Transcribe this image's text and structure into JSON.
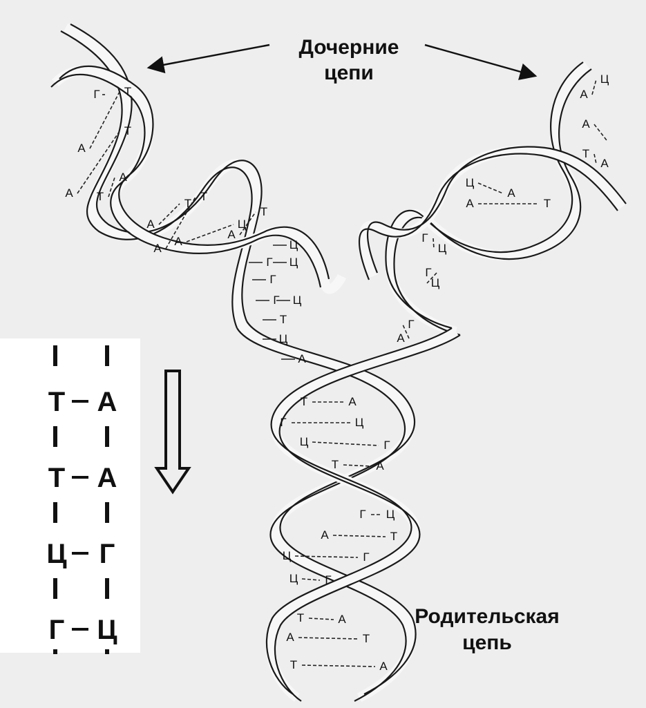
{
  "labels": {
    "daughter_line1": "Дочерние",
    "daughter_line2": "цепи",
    "parent_line1": "Родительская",
    "parent_line2": "цепь"
  },
  "inset": {
    "pairs": [
      {
        "left": "Т",
        "right": "А"
      },
      {
        "left": "Т",
        "right": "А"
      },
      {
        "left": "Ц",
        "right": "Г"
      },
      {
        "left": "Г",
        "right": "Ц"
      }
    ]
  },
  "parent_pairs": [
    {
      "left": "Т",
      "right": "А"
    },
    {
      "left": "Г",
      "right": "Ц"
    },
    {
      "left": "Ц",
      "right": "Г"
    },
    {
      "left": "Т",
      "right": "А"
    },
    {
      "left": "Г",
      "right": "Ц"
    },
    {
      "left": "А",
      "right": "Т"
    },
    {
      "left": "Ц",
      "right": "Г"
    },
    {
      "left": "Ц",
      "right": "Г"
    },
    {
      "left": "Т",
      "right": "А"
    },
    {
      "left": "А",
      "right": "Т"
    },
    {
      "left": "Т",
      "right": "А"
    }
  ],
  "fork_bases": [
    "Г",
    "Ц",
    "Г",
    "Ц",
    "Г",
    "Ц",
    "Т",
    "Ц",
    "А"
  ],
  "left_daughter_pairs": [
    {
      "left": "Г",
      "right": ""
    },
    {
      "left": "А",
      "right": "Т"
    },
    {
      "left": "А",
      "right": "Т"
    },
    {
      "left": "Т",
      "right": "А"
    },
    {
      "left": "А",
      "right": "Т"
    },
    {
      "left": "А",
      "right": "Т"
    },
    {
      "left": "А",
      "right": "Ц"
    },
    {
      "left": "А",
      "right": "Т"
    }
  ],
  "right_daughter_pairs": [
    {
      "left": "А",
      "right": "Ц"
    },
    {
      "left": "А",
      "right": ""
    },
    {
      "left": "Т",
      "right": "А"
    },
    {
      "left": "Ц",
      "right": "А"
    },
    {
      "left": "А",
      "right": "Т"
    },
    {
      "left": "Г",
      "right": "Ц"
    },
    {
      "left": "Г",
      "right": "Ц"
    },
    {
      "left": "А",
      "right": "Г"
    }
  ]
}
